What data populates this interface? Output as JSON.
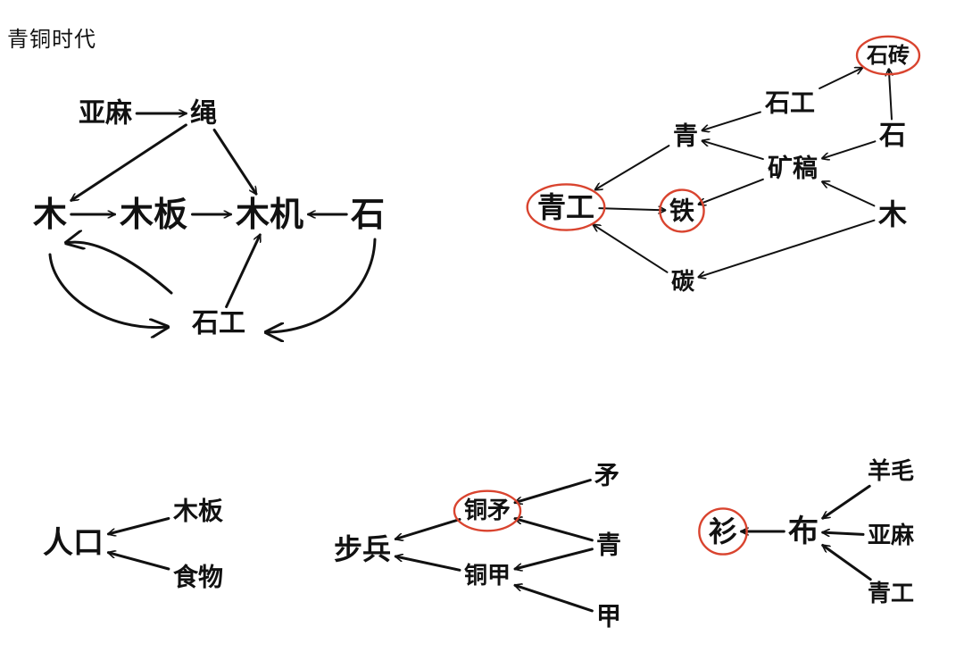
{
  "title": "青铜时代",
  "highlight_color": "#d9442f",
  "ink_color": "#111111",
  "graphs": [
    {
      "id": "g1",
      "nodes": [
        {
          "id": "yama",
          "label": "亚麻"
        },
        {
          "id": "sheng",
          "label": "绳"
        },
        {
          "id": "mu",
          "label": "木"
        },
        {
          "id": "muban",
          "label": "木板"
        },
        {
          "id": "muji",
          "label": "木机"
        },
        {
          "id": "shi",
          "label": "石"
        },
        {
          "id": "shigong",
          "label": "石工"
        }
      ],
      "edges": [
        {
          "from": "yama",
          "to": "sheng"
        },
        {
          "from": "sheng",
          "to": "mu"
        },
        {
          "from": "sheng",
          "to": "muji"
        },
        {
          "from": "mu",
          "to": "muban"
        },
        {
          "from": "muban",
          "to": "muji"
        },
        {
          "from": "shi",
          "to": "muji"
        },
        {
          "from": "shigong",
          "to": "muji"
        },
        {
          "from": "shigong",
          "to": "mu"
        },
        {
          "from": "mu",
          "to": "shigong"
        },
        {
          "from": "shi",
          "to": "shigong"
        }
      ]
    },
    {
      "id": "g2",
      "nodes": [
        {
          "id": "shizhuan",
          "label": "石砖",
          "highlighted": true
        },
        {
          "id": "shigong",
          "label": "石工"
        },
        {
          "id": "shi",
          "label": "石"
        },
        {
          "id": "qing",
          "label": "青"
        },
        {
          "id": "kuanggao",
          "label": "矿稿"
        },
        {
          "id": "qinggong",
          "label": "青工",
          "highlighted": true
        },
        {
          "id": "tie",
          "label": "铁",
          "highlighted": true
        },
        {
          "id": "mu",
          "label": "木"
        },
        {
          "id": "tan",
          "label": "碳"
        }
      ],
      "edges": [
        {
          "from": "shigong",
          "to": "shizhuan"
        },
        {
          "from": "shi",
          "to": "shizhuan"
        },
        {
          "from": "shigong",
          "to": "qing"
        },
        {
          "from": "kuanggao",
          "to": "qing"
        },
        {
          "from": "shi",
          "to": "kuanggao"
        },
        {
          "from": "mu",
          "to": "kuanggao"
        },
        {
          "from": "kuanggao",
          "to": "tie"
        },
        {
          "from": "qinggong",
          "to": "tie"
        },
        {
          "from": "qing",
          "to": "qinggong"
        },
        {
          "from": "tan",
          "to": "qinggong"
        },
        {
          "from": "mu",
          "to": "tan"
        }
      ]
    },
    {
      "id": "g3",
      "nodes": [
        {
          "id": "renkou",
          "label": "人口"
        },
        {
          "id": "muban",
          "label": "木板"
        },
        {
          "id": "shiwu",
          "label": "食物"
        }
      ],
      "edges": [
        {
          "from": "muban",
          "to": "renkou"
        },
        {
          "from": "shiwu",
          "to": "renkou"
        }
      ]
    },
    {
      "id": "g4",
      "nodes": [
        {
          "id": "bubing",
          "label": "步兵"
        },
        {
          "id": "tongmao",
          "label": "铜矛",
          "highlighted": true
        },
        {
          "id": "tongjia",
          "label": "铜甲"
        },
        {
          "id": "mao",
          "label": "矛"
        },
        {
          "id": "qing",
          "label": "青"
        },
        {
          "id": "jia",
          "label": "甲"
        }
      ],
      "edges": [
        {
          "from": "tongmao",
          "to": "bubing"
        },
        {
          "from": "tongjia",
          "to": "bubing"
        },
        {
          "from": "mao",
          "to": "tongmao"
        },
        {
          "from": "qing",
          "to": "tongmao"
        },
        {
          "from": "qing",
          "to": "tongjia"
        },
        {
          "from": "jia",
          "to": "tongjia"
        }
      ]
    },
    {
      "id": "g5",
      "nodes": [
        {
          "id": "shan",
          "label": "衫",
          "highlighted": true
        },
        {
          "id": "bu",
          "label": "布"
        },
        {
          "id": "yangmao",
          "label": "羊毛"
        },
        {
          "id": "yama",
          "label": "亚麻"
        },
        {
          "id": "qinggong",
          "label": "青工"
        }
      ],
      "edges": [
        {
          "from": "bu",
          "to": "shan"
        },
        {
          "from": "yangmao",
          "to": "bu"
        },
        {
          "from": "yama",
          "to": "bu"
        },
        {
          "from": "qinggong",
          "to": "bu"
        }
      ]
    }
  ]
}
